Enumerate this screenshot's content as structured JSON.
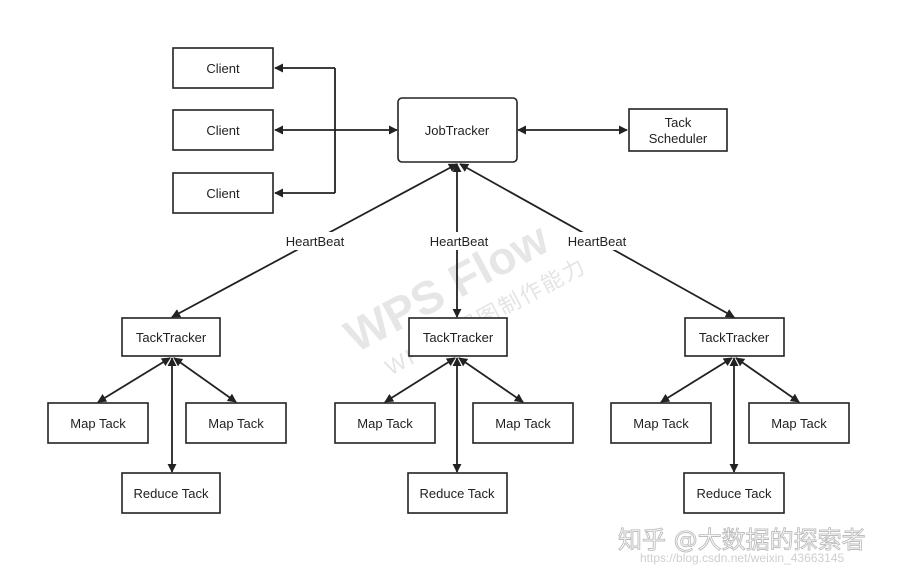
{
  "nodes": {
    "client_1": "Client",
    "client_2": "Client",
    "client_3": "Client",
    "job_tracker": "JobTracker",
    "task_scheduler": [
      "Tack",
      "Scheduler"
    ],
    "tracker_left": "TackTracker",
    "tracker_mid": "TackTracker",
    "tracker_right": "TackTracker",
    "map_l1": "Map Tack",
    "map_l2": "Map Tack",
    "reduce_l": "Reduce Tack",
    "map_m1": "Map Tack",
    "map_m2": "Map Tack",
    "reduce_m": "Reduce Tack",
    "map_r1": "Map Tack",
    "map_r2": "Map Tack",
    "reduce_r": "Reduce Tack"
  },
  "edge_labels": {
    "heartbeat_left": "HeartBeat",
    "heartbeat_mid": "HeartBeat",
    "heartbeat_right": "HeartBeat"
  },
  "watermark": {
    "main": "WPS Flow",
    "sub": "WPS流程图制作能力"
  },
  "credit": {
    "main": "知乎 @大数据的探索者",
    "url": "https://blog.csdn.net/weixin_43663145"
  },
  "colors": {
    "line": "#222222",
    "box_border": "#222222",
    "background": "#ffffff",
    "watermark": "#d3d3d3"
  }
}
